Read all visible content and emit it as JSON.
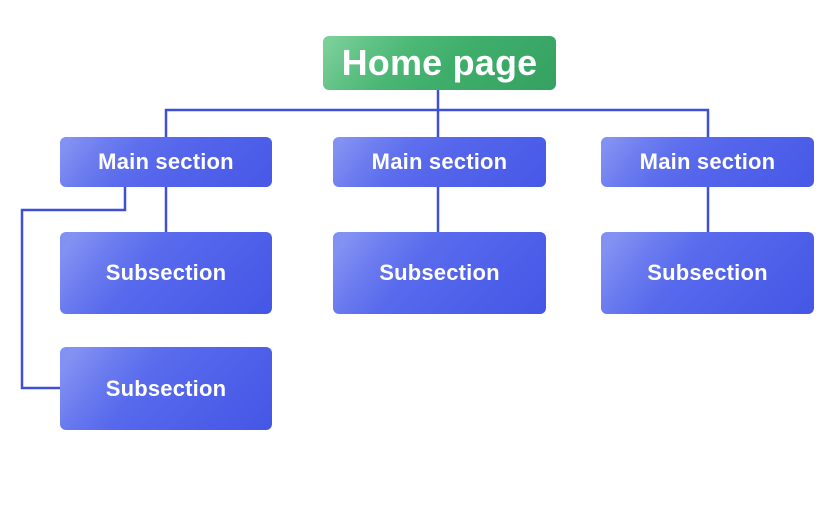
{
  "diagram": {
    "root": {
      "label": "Home page"
    },
    "sections": [
      {
        "label": "Main section",
        "subsections": [
          {
            "label": "Subsection"
          },
          {
            "label": "Subsection"
          }
        ]
      },
      {
        "label": "Main section",
        "subsections": [
          {
            "label": "Subsection"
          }
        ]
      },
      {
        "label": "Main section",
        "subsections": [
          {
            "label": "Subsection"
          }
        ]
      }
    ]
  },
  "colors": {
    "root": "#3fae6b",
    "nodes": "#5566ec",
    "connectors": "#3f4fd6"
  }
}
